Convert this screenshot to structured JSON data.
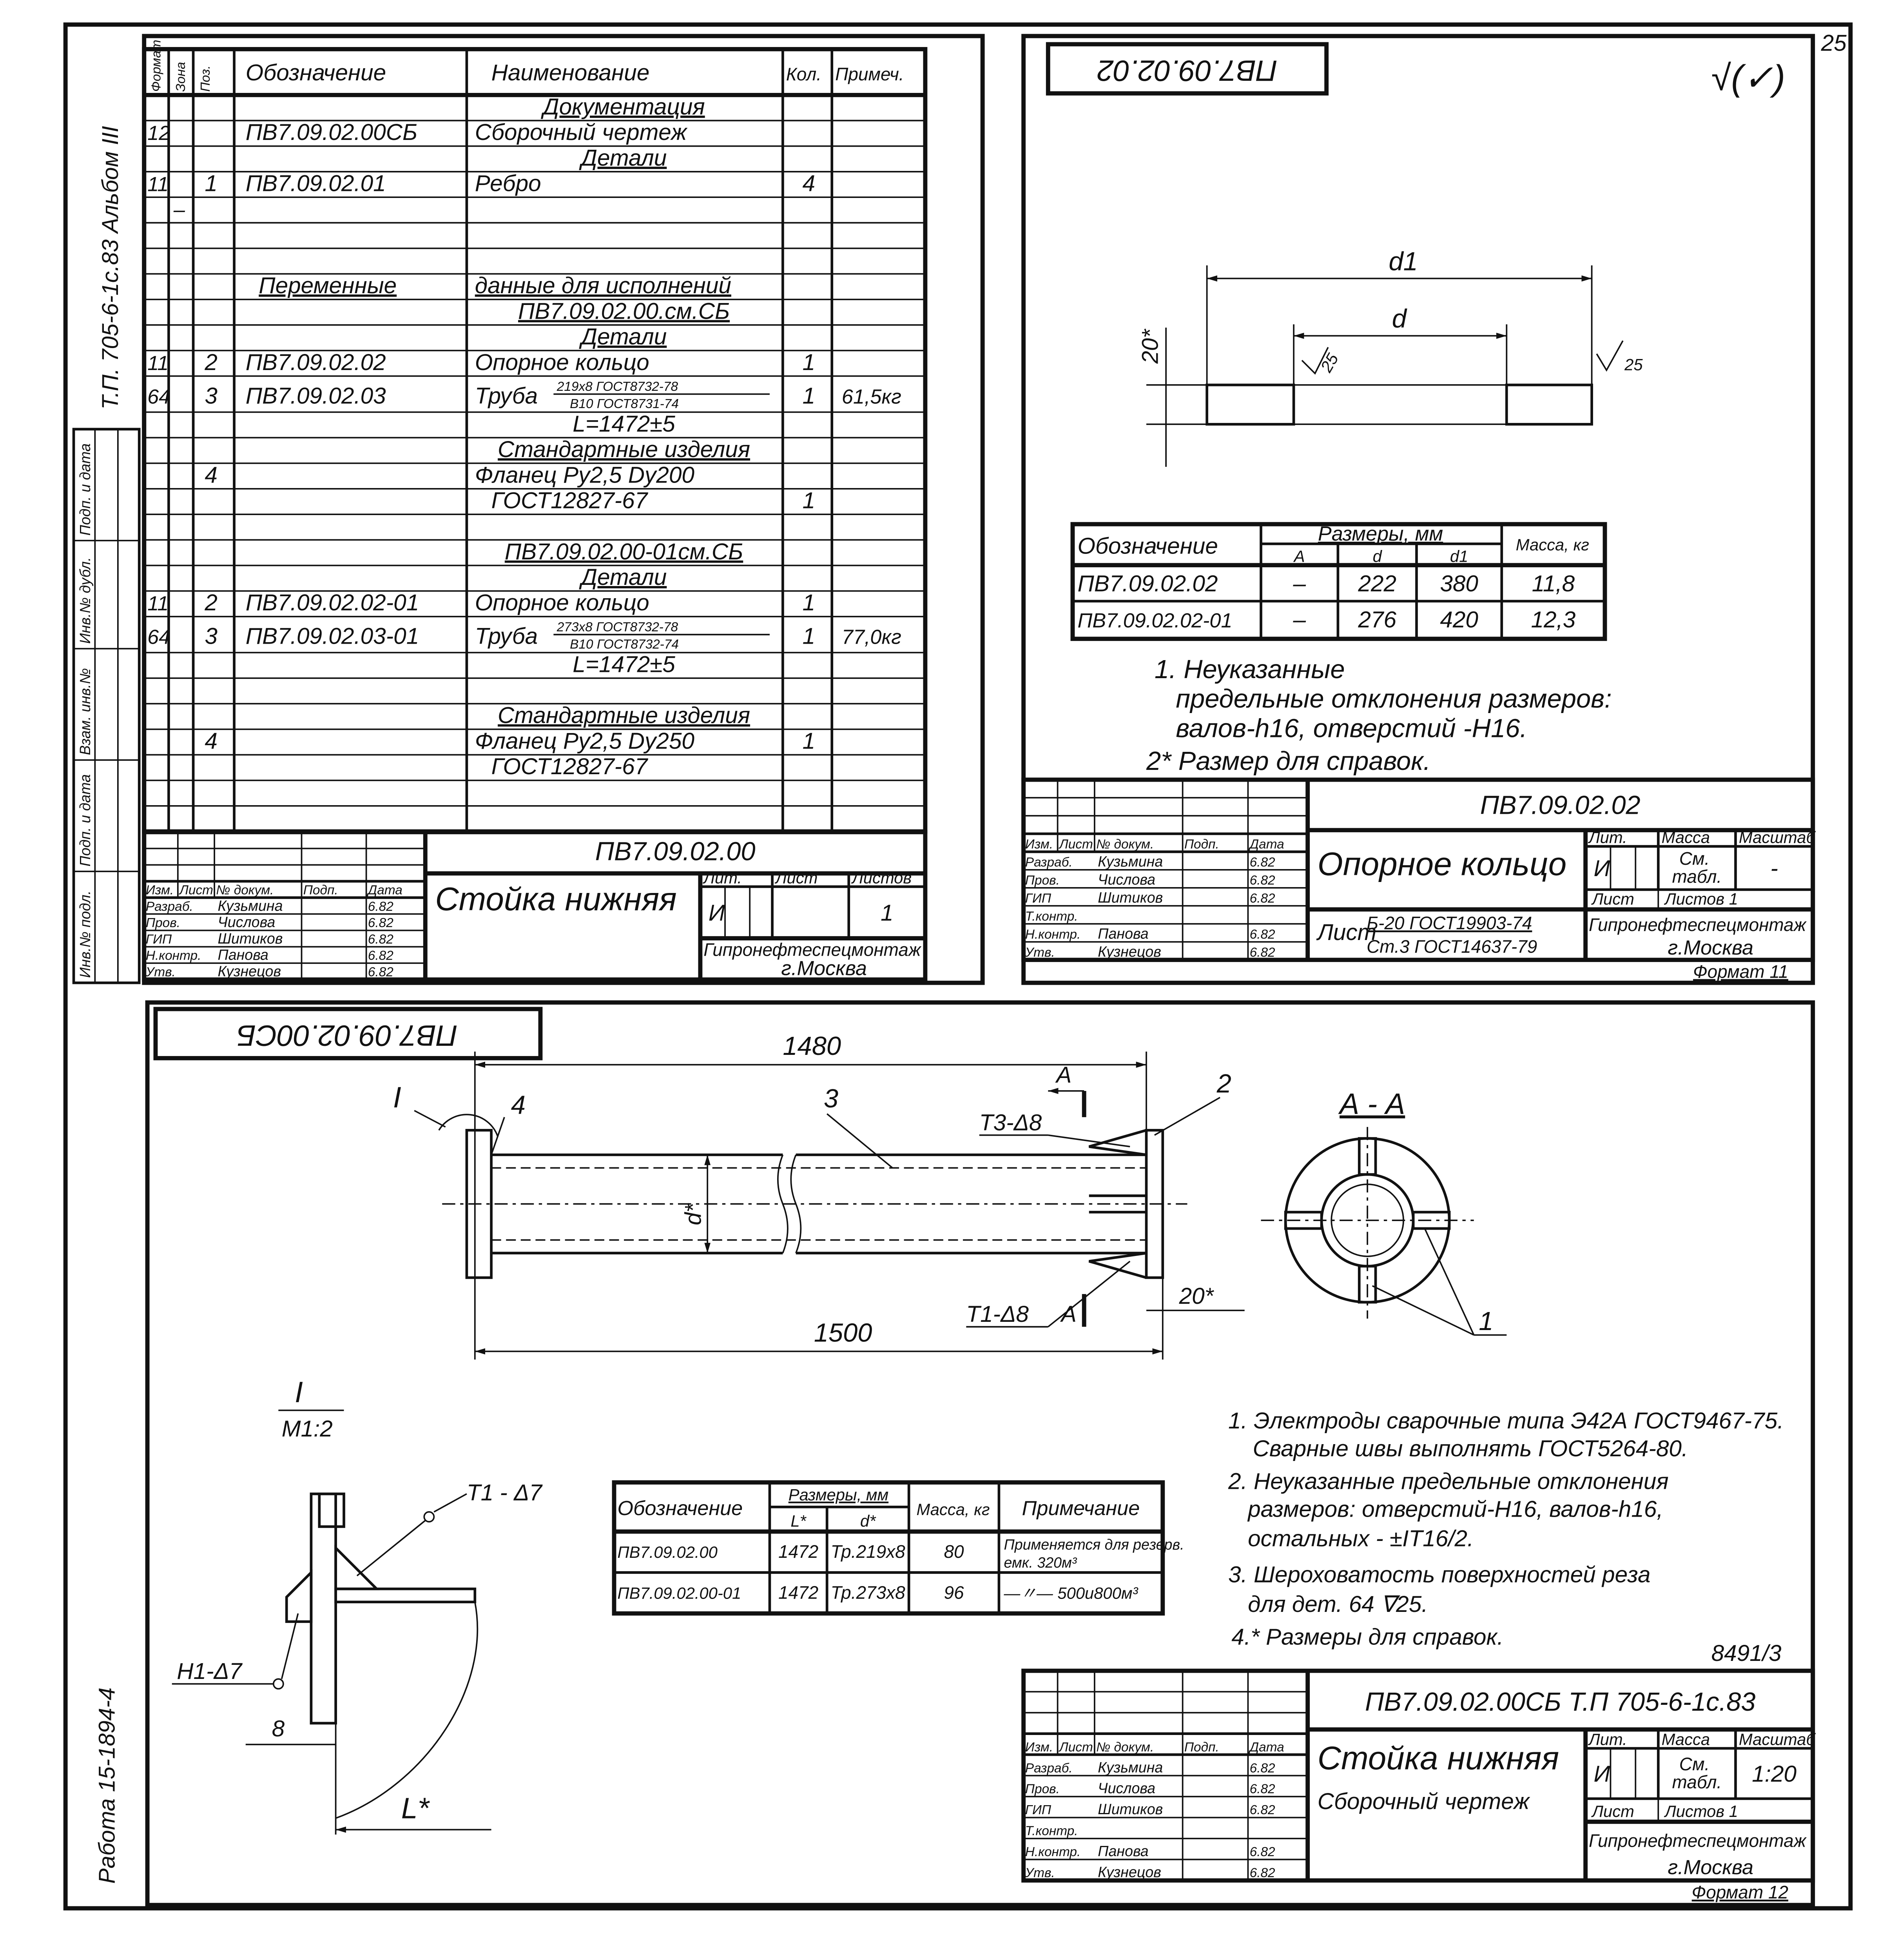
{
  "sheet_number": "25",
  "album_label": "Т.П. 705-6-1с.83   Альбом III",
  "work_label": "Работа 15-1894-4",
  "margin_stamp": [
    "Инв.№ подл.",
    "Подп. и дата",
    "Взам. инв.№",
    "Инв.№ дубл.",
    "Подп. и дата"
  ],
  "spec": {
    "headers": [
      "Формат",
      "Зона",
      "Поз.",
      "Обозначение",
      "Наименование",
      "Кол.",
      "Примеч."
    ],
    "rows": [
      {
        "name": "Документация",
        "section": true
      },
      {
        "f": "12",
        "des": "ПВ7.09.02.00СБ",
        "name": "Сборочный чертеж"
      },
      {
        "name": "Детали",
        "section": true
      },
      {
        "f": "11",
        "p": "1",
        "des": "ПВ7.09.02.01",
        "name": "Ребро",
        "qty": "4"
      },
      {
        "z": "–"
      },
      {},
      {},
      {
        "des": "Переменные",
        "name": "данные для исполнений",
        "section": true
      },
      {
        "name": "ПВ7.09.02.00.см.СБ",
        "section": true
      },
      {
        "name": "Детали",
        "section": true
      },
      {
        "f": "11",
        "p": "2",
        "des": "ПВ7.09.02.02",
        "name": "Опорное кольцо",
        "qty": "1"
      },
      {
        "f": "64",
        "p": "3",
        "des": "ПВ7.09.02.03",
        "name": "Труба",
        "frac_top": "219х8 ГОСТ8732-78",
        "frac_bottom": "В10 ГОСТ8731-74",
        "qty": "1",
        "note": "61,5кг"
      },
      {
        "name": "L=1472±5",
        "center": true
      },
      {
        "name": "Стандартные изделия",
        "section": true
      },
      {
        "p": "4",
        "name": "Фланец Ру2,5 Dу200"
      },
      {
        "name": "ГОСТ12827-67",
        "qty": "1",
        "indent": true
      },
      {},
      {
        "name": "ПВ7.09.02.00-01см.СБ",
        "section": true
      },
      {
        "name": "Детали",
        "section": true
      },
      {
        "f": "11",
        "p": "2",
        "des": "ПВ7.09.02.02-01",
        "name": "Опорное кольцо",
        "qty": "1"
      },
      {
        "f": "64",
        "p": "3",
        "des": "ПВ7.09.02.03-01",
        "name": "Труба",
        "frac_top": "273х8 ГОСТ8732-78",
        "frac_bottom": "В10 ГОСТ8732-74",
        "qty": "1",
        "note": "77,0кг"
      },
      {
        "name": "L=1472±5",
        "center": true
      },
      {},
      {
        "name": "Стандартные изделия",
        "section": true
      },
      {
        "p": "4",
        "name": "Фланец Ру2,5 Dу250",
        "qty": "1"
      },
      {
        "name": "ГОСТ12827-67",
        "indent": true
      },
      {},
      {}
    ]
  },
  "title_blocks": {
    "spec_sheet": {
      "code": "ПВ7.09.02.00",
      "name": "Стойка нижняя",
      "subtitle": "",
      "header_labels": [
        "Изм.",
        "Лист",
        "№ докум.",
        "Подп.",
        "Дата"
      ],
      "persons": [
        {
          "role": "Разраб.",
          "name": "Кузьмина",
          "date": "6.82"
        },
        {
          "role": "Пров.",
          "name": "Числова",
          "date": "6.82"
        },
        {
          "role": "ГИП",
          "name": "Шитиков",
          "date": "6.82"
        },
        {
          "role": "Н.контр.",
          "name": "Панова",
          "date": "6.82"
        },
        {
          "role": "Утв.",
          "name": "Кузнецов",
          "date": "6.82"
        }
      ],
      "info_labels": [
        "Лит.",
        "Лист",
        "Листов"
      ],
      "info_values": [
        "И",
        "",
        "1"
      ],
      "organization": "Гипронефтеспецмонтаж",
      "city": "г.Москва"
    },
    "ring_sheet": {
      "code": "ПВ7.09.02.02",
      "name": "Опорное кольцо",
      "subtitle": "",
      "header_labels": [
        "Изм.",
        "Лист",
        "№ докум.",
        "Подп.",
        "Дата"
      ],
      "persons": [
        {
          "role": "Разраб.",
          "name": "Кузьмина",
          "date": "6.82"
        },
        {
          "role": "Пров.",
          "name": "Числова",
          "date": "6.82"
        },
        {
          "role": "ГИП",
          "name": "Шитиков",
          "date": "6.82"
        },
        {
          "role": "Т.контр.",
          "name": "",
          "date": ""
        },
        {
          "role": "Н.контр.",
          "name": "Панова",
          "date": "6.82"
        },
        {
          "role": "Утв.",
          "name": "Кузнецов",
          "date": "6.82"
        }
      ],
      "info_labels": [
        "Лит.",
        "Масса",
        "Масштаб"
      ],
      "info_values": [
        "И",
        "См. табл.",
        "-"
      ],
      "sheet_row": [
        "Лист",
        "Листов 1"
      ],
      "material_prefix": "Лист",
      "material_top": "Б-20 ГОСТ19903-74",
      "material_bottom": "Ст.3 ГОСТ14637-79",
      "organization": "Гипронефтеспецмонтаж",
      "city": "г.Москва",
      "format": "Формат 11"
    },
    "assembly_sheet": {
      "code": "ПВ7.09.02.00СБ  Т.П 705-6-1с.83",
      "name": "Стойка нижняя",
      "subtitle": "Сборочный чертеж",
      "header_labels": [
        "Изм.",
        "Лист",
        "№ докум.",
        "Подп.",
        "Дата"
      ],
      "persons": [
        {
          "role": "Разраб.",
          "name": "Кузьмина",
          "date": "6.82"
        },
        {
          "role": "Пров.",
          "name": "Числова",
          "date": "6.82"
        },
        {
          "role": "ГИП",
          "name": "Шитиков",
          "date": "6.82"
        },
        {
          "role": "Т.контр.",
          "name": "",
          "date": ""
        },
        {
          "role": "Н.контр.",
          "name": "Панова",
          "date": "6.82"
        },
        {
          "role": "Утв.",
          "name": "Кузнецов",
          "date": "6.82"
        }
      ],
      "info_labels": [
        "Лит.",
        "Масса",
        "Масштаб"
      ],
      "info_values": [
        "И",
        "См. табл.",
        "1:20"
      ],
      "sheet_row": [
        "Лист",
        "Листов 1"
      ],
      "organization": "Гипронефтеспецмонтаж",
      "city": "г.Москва",
      "format": "Формат 12"
    }
  },
  "ring_drawing": {
    "stamp": "ПВ7.09.02.02",
    "roughness_mark": "√(✓)",
    "dim_d1": "d1",
    "dim_d": "d",
    "dim_thickness": "20*",
    "roughness_value": "25",
    "table": {
      "headers": [
        "Обозначение",
        "Размеры, мм",
        "Масса, кг"
      ],
      "subheaders": [
        "A",
        "d",
        "d1"
      ],
      "rows": [
        [
          "ПВ7.09.02.02",
          "–",
          "222",
          "380",
          "11,8"
        ],
        [
          "ПВ7.09.02.02-01",
          "–",
          "276",
          "420",
          "12,3"
        ]
      ]
    },
    "notes": [
      "1. Неуказанные",
      "предельные отклонения размеров:",
      "валов-h16, отверстий -Н16.",
      "2* Размер для справок."
    ]
  },
  "assembly_drawing": {
    "stamp": "ПВ7.09.02.00СБ",
    "dim_1480": "1480",
    "dim_1500": "1500",
    "dim_d": "d*",
    "dim_20": "20*",
    "label_I": "I",
    "label_4": "4",
    "label_3": "3",
    "label_2": "2",
    "label_1": "1",
    "label_A": "А",
    "weld_top": "Т3-Δ8",
    "weld_bottom": "Т1-Δ8",
    "section_title": "А - А",
    "detail_title": "I",
    "detail_scale": "М1:2",
    "detail_weld_top": "Т1 - Δ7",
    "detail_weld_left": "Н1-Δ7",
    "detail_dim_8": "8",
    "detail_dim_L": "L*",
    "table": {
      "headers": [
        "Обозначение",
        "Размеры, мм",
        "Масса, кг",
        "Примечание"
      ],
      "subheaders": [
        "L*",
        "d*"
      ],
      "rows": [
        [
          "ПВ7.09.02.00",
          "1472",
          "Тр.219х8",
          "80",
          "Применяется для резерв. емк. 320м³"
        ],
        [
          "ПВ7.09.02.00-01",
          "1472",
          "Тр.273х8",
          "96",
          "—〃— 500и800м³"
        ]
      ]
    },
    "notes": [
      "1. Электроды сварочные типа Э42А ГОСТ9467-75.",
      "Сварные швы выполнять ГОСТ5264-80.",
      "2. Неуказанные предельные отклонения",
      "размеров: отверстий-Н16, валов-h16,",
      "остальных - ±IT16/2.",
      "3. Шероховатость поверхностей реза",
      "для дет. 64 ∇25.",
      "4.* Размеры для справок."
    ],
    "inventory_number": "8491/3"
  }
}
